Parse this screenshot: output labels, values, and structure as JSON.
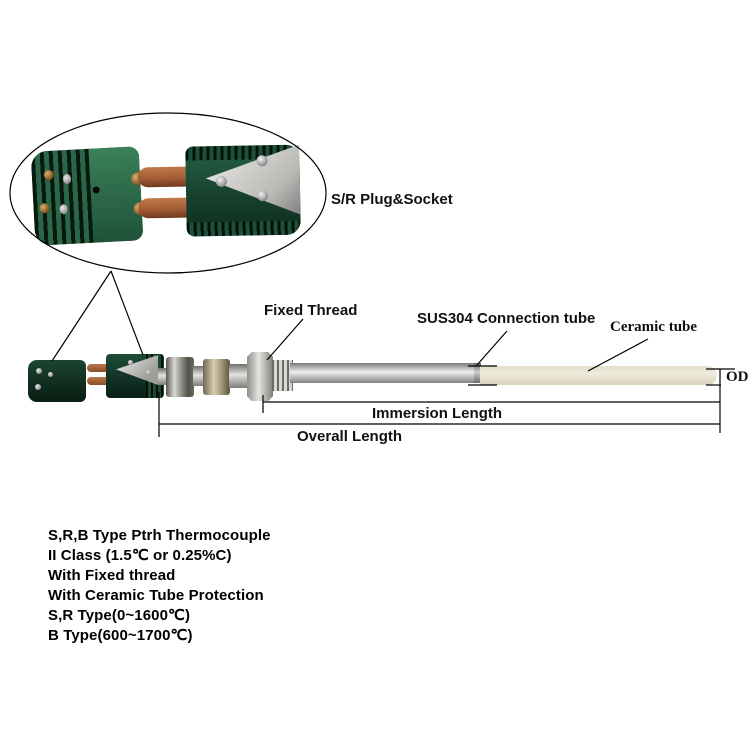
{
  "callout": {
    "label": "S/R Plug&Socket"
  },
  "part_labels": {
    "fixed_thread": "Fixed Thread",
    "connection_tube": "SUS304 Connection tube",
    "ceramic_tube": "Ceramic tube",
    "od": "OD"
  },
  "dimensions": {
    "immersion_length": "Immersion Length",
    "overall_length": "Overall Length"
  },
  "description": {
    "lines": [
      "S,R,B Type Ptrh Thermocouple",
      "II Class  (1.5℃ or 0.25%C)",
      "With Fixed thread",
      "With Ceramic Tube Protection",
      "S,R Type(0~1600℃)",
      "B Type(600~1700℃)"
    ]
  },
  "colors": {
    "connector_green": "#2a6647",
    "pin_copper": "#a05a35",
    "metal_steel": "#b9b9b5",
    "ceramic_ivory": "#f0ecdd",
    "line_black": "#000000"
  }
}
